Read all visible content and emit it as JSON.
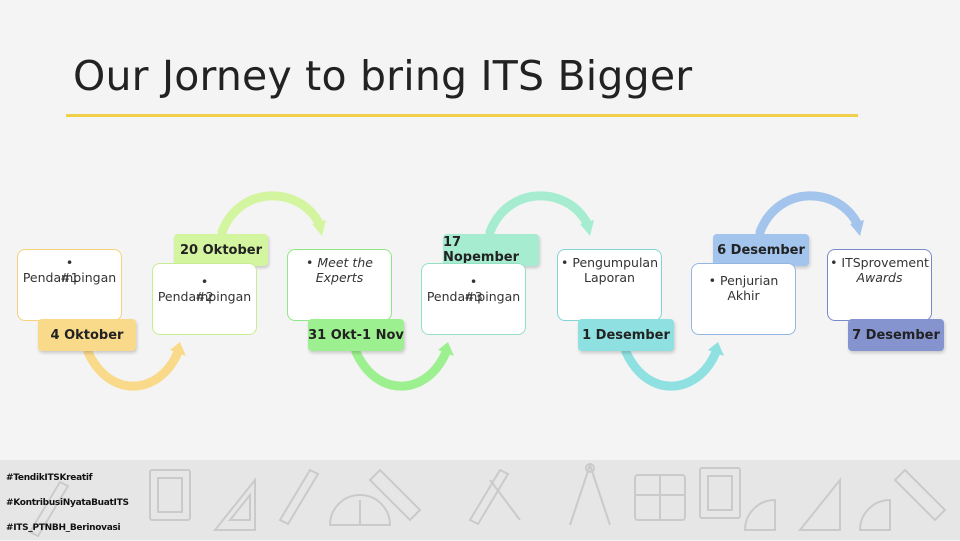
{
  "title": "Our Jorney to bring ITS Bigger",
  "milestones": [
    {
      "date": "4 Oktober",
      "lines": [
        "• Pendampingan",
        "#1"
      ]
    },
    {
      "date": "20 Oktober",
      "lines": [
        "• Pendampingan",
        "#2"
      ]
    },
    {
      "date": "31 Okt-1 Nov",
      "lines": [
        "• Meet the",
        "Experts"
      ]
    },
    {
      "date": "17 Nopember",
      "lines": [
        "• Pendampingan",
        "#3"
      ]
    },
    {
      "date": "1 Desember",
      "lines": [
        "• Pengumpulan",
        "Laporan"
      ]
    },
    {
      "date": "6 Desember",
      "lines": [
        "• Penjurian Akhir"
      ]
    },
    {
      "date": "7 Desember",
      "lines": [
        "• ITSprovement",
        "Awards"
      ]
    }
  ],
  "colors": {
    "m1": "#f9da8a",
    "m2": "#d4f5a0",
    "m3": "#9df08f",
    "m4": "#a6ecd0",
    "m5": "#8fe0e0",
    "m6": "#a3c4ec",
    "m7": "#8594cf",
    "title_rule": "#f0cf4a"
  },
  "hashtags": [
    "#TendikITSKreatif",
    "#KontribusiNyataBuatITS",
    "#ITS_PTNBH_Berinovasi"
  ],
  "band_icons": [
    "ruler-icon",
    "pencil-icon",
    "compass-icon",
    "drafting-board-icon",
    "protractor-icon",
    "triangle-ruler-icon"
  ]
}
